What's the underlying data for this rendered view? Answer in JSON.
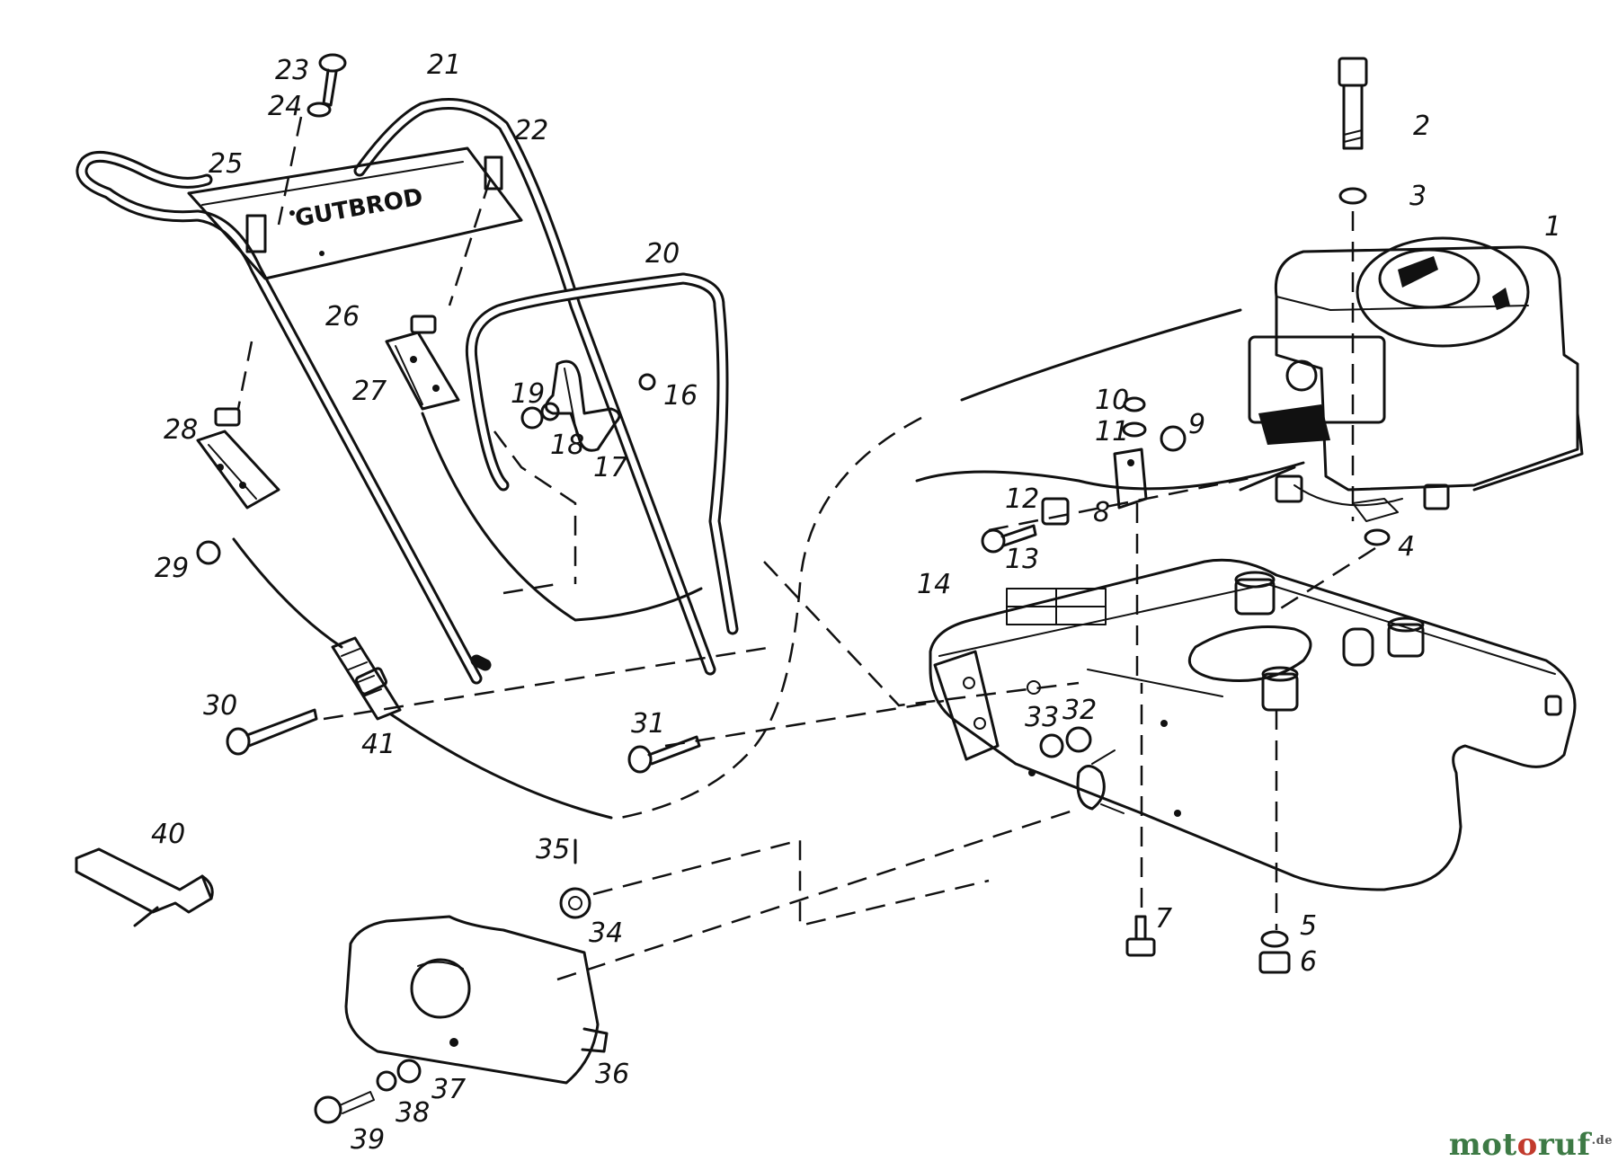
{
  "parts": [
    {
      "id": "1",
      "label": "1"
    },
    {
      "id": "2",
      "label": "2"
    },
    {
      "id": "3",
      "label": "3"
    },
    {
      "id": "4",
      "label": "4"
    },
    {
      "id": "5",
      "label": "5"
    },
    {
      "id": "6",
      "label": "6"
    },
    {
      "id": "7",
      "label": "7"
    },
    {
      "id": "8",
      "label": "8"
    },
    {
      "id": "9",
      "label": "9"
    },
    {
      "id": "10",
      "label": "10"
    },
    {
      "id": "11",
      "label": "11"
    },
    {
      "id": "12",
      "label": "12"
    },
    {
      "id": "13",
      "label": "13"
    },
    {
      "id": "14",
      "label": "14"
    },
    {
      "id": "16",
      "label": "16"
    },
    {
      "id": "17",
      "label": "17"
    },
    {
      "id": "18",
      "label": "18"
    },
    {
      "id": "19",
      "label": "19"
    },
    {
      "id": "20",
      "label": "20"
    },
    {
      "id": "21",
      "label": "21"
    },
    {
      "id": "22",
      "label": "22"
    },
    {
      "id": "23",
      "label": "23"
    },
    {
      "id": "24",
      "label": "24"
    },
    {
      "id": "25",
      "label": "25"
    },
    {
      "id": "26",
      "label": "26"
    },
    {
      "id": "27",
      "label": "27"
    },
    {
      "id": "28",
      "label": "28"
    },
    {
      "id": "29",
      "label": "29"
    },
    {
      "id": "30",
      "label": "30"
    },
    {
      "id": "31",
      "label": "31"
    },
    {
      "id": "32",
      "label": "32"
    },
    {
      "id": "33",
      "label": "33"
    },
    {
      "id": "34",
      "label": "34"
    },
    {
      "id": "35",
      "label": "35"
    },
    {
      "id": "36",
      "label": "36"
    },
    {
      "id": "37",
      "label": "37"
    },
    {
      "id": "38",
      "label": "38"
    },
    {
      "id": "39",
      "label": "39"
    },
    {
      "id": "40",
      "label": "40"
    },
    {
      "id": "41",
      "label": "41"
    }
  ],
  "handle_brand": "GUTBROD",
  "watermark": {
    "part_a": "mot",
    "part_b": "o",
    "part_c": "ruf",
    "tld": ".de"
  },
  "colors": {
    "line": "#111111",
    "watermark_green": "#3d7a45",
    "watermark_red": "#c23a2c"
  }
}
